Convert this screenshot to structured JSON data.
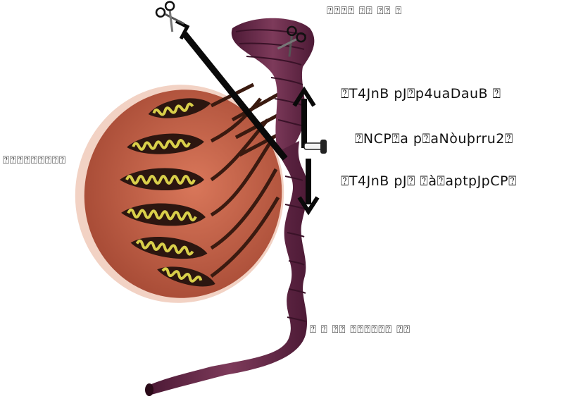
{
  "labels": {
    "top_right": "⍰⍰⍰⍰ ⍰⍰ ⍰⍰  ⍰",
    "left": "⍰⍰⍰⍰⍰⍰⍰⍰⍰",
    "right_1": "⍰T4JnB pJ⍰p4uaDauB ⍰",
    "right_2": "⍰NCP⍰a p⍰aNòuþrru2⍰",
    "right_3": "⍰T4JnB pJ⍰ ⍰à⍰aptpJpCP⍰",
    "bottom_right": "⍰ ⍰ ⍰⍰ ⍰⍰⍰⍰⍰⍰ ⍰⍰"
  },
  "colors": {
    "testis_fill": "#c8644a",
    "testis_rim": "#f2d2c4",
    "epididymis": "#6b2a4a",
    "tubule_fill": "#d9cf4a",
    "duct_dark": "#3a1a10",
    "arrow": "#0a0a0a"
  },
  "icons": [
    "scissors-icon-top-left",
    "scissors-icon-top-right",
    "clamp-icon"
  ]
}
